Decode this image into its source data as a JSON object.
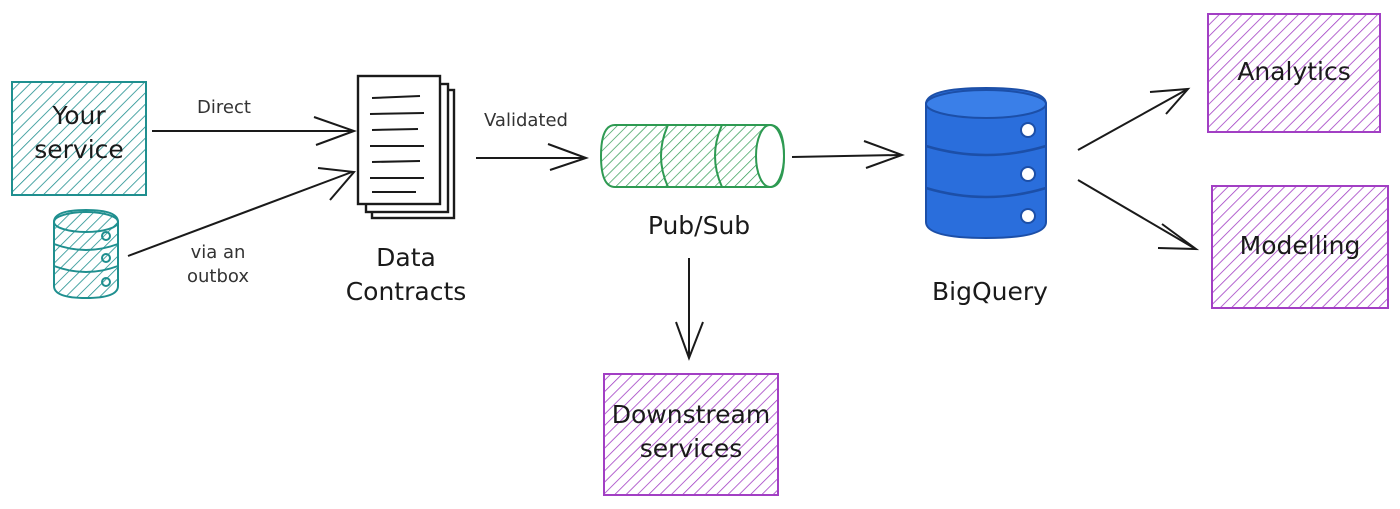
{
  "nodes": {
    "your_service": "Your\nservice",
    "data_contracts": "Data\nContracts",
    "pubsub": "Pub/Sub",
    "bigquery": "BigQuery",
    "downstream": "Downstream\nservices",
    "analytics": "Analytics",
    "modelling": "Modelling"
  },
  "edges": {
    "direct": "Direct",
    "via_outbox": "via an\noutbox",
    "validated": "Validated"
  },
  "colors": {
    "teal": "#1f8f8f",
    "green": "#2e9a52",
    "blue": "#2a6edc",
    "purple": "#a23fc4",
    "ink": "#1a1a1a"
  }
}
